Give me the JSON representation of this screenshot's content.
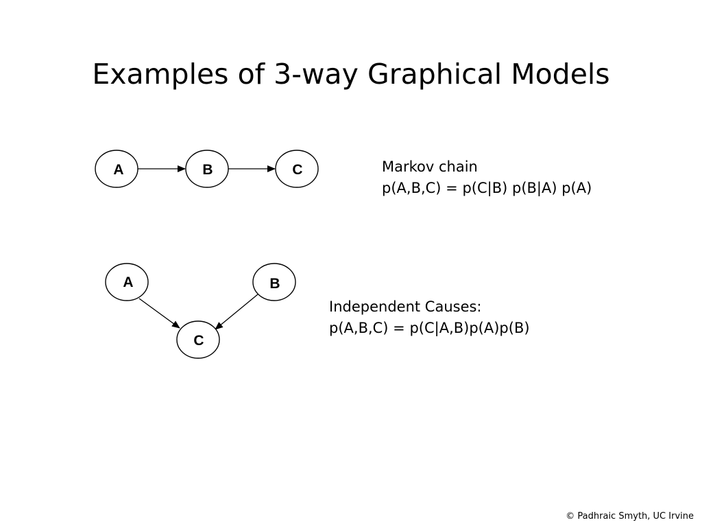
{
  "slide": {
    "title": "Examples of 3-way Graphical Models"
  },
  "markov_chain": {
    "nodes": [
      "A",
      "B",
      "C"
    ],
    "caption_title": "Markov chain",
    "caption_formula": "p(A,B,C) = p(C|B) p(B|A) p(A)"
  },
  "independent_causes": {
    "nodes": [
      "A",
      "B",
      "C"
    ],
    "caption_title": "Independent Causes:",
    "caption_formula": "p(A,B,C) = p(C|A,B)p(A)p(B)"
  },
  "footer": {
    "copyright": "© Padhraic Smyth, UC Irvine"
  }
}
